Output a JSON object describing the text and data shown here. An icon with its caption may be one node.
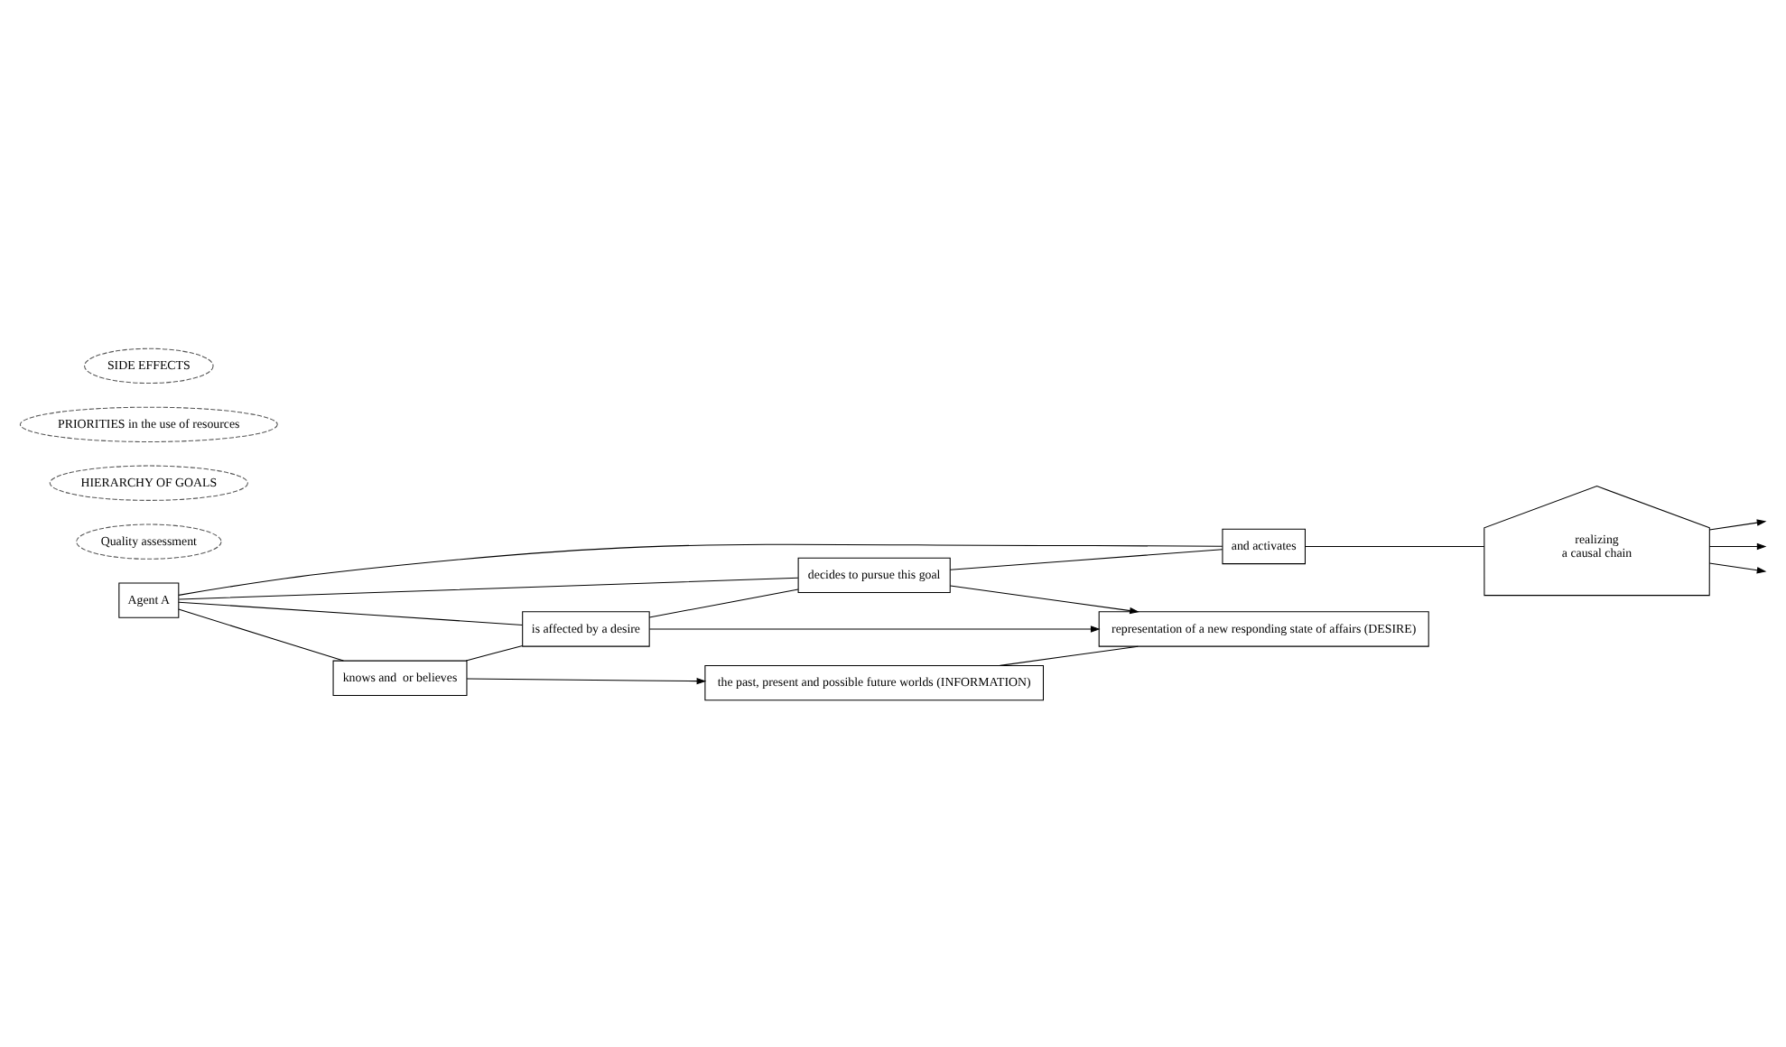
{
  "diagram": {
    "nodes": [
      {
        "text": [
          "Agent A"
        ]
      },
      {
        "text": [
          "knows and  or believes"
        ]
      },
      {
        "text": [
          "is affected by a desire"
        ]
      },
      {
        "text": [
          "decides to pursue this goal"
        ]
      },
      {
        "text": [
          "and activates"
        ]
      },
      {
        "text": [
          "the past, present and possible future worlds (INFORMATION)"
        ]
      },
      {
        "text": [
          "representation of a new responding state of affairs (DESIRE)"
        ]
      },
      {
        "text": [
          "Quality assessment"
        ]
      },
      {
        "text": [
          "HIERARCHY OF GOALS"
        ]
      },
      {
        "text": [
          "PRIORITIES in the use of resources"
        ]
      },
      {
        "text": [
          "realizing",
          "a causal chain"
        ]
      },
      {
        "text": [
          "SIDE EFFECTS"
        ]
      }
    ],
    "edges": [
      {
        "from": 0,
        "to": 1,
        "arrow": "none"
      },
      {
        "from": 0,
        "to": 2,
        "arrow": "none"
      },
      {
        "from": 0,
        "to": 3,
        "arrow": "none"
      },
      {
        "from": 0,
        "to": 4,
        "arrow": "none"
      },
      {
        "from": 1,
        "to": 2,
        "arrow": "none"
      },
      {
        "from": 2,
        "to": 3,
        "arrow": "none"
      },
      {
        "from": 3,
        "to": 4,
        "arrow": "none"
      },
      {
        "from": 1,
        "to": 5,
        "arrow": "to"
      },
      {
        "from": 2,
        "to": 6,
        "arrow": "to"
      },
      {
        "from": 3,
        "to": 6,
        "arrow": "to"
      },
      {
        "from": 5,
        "to": 6,
        "arrow": "none"
      },
      {
        "from": 4,
        "to": 10,
        "arrow": "none"
      },
      {
        "from": 10,
        "to": null,
        "arrow": "to"
      },
      {
        "from": 10,
        "to": null,
        "arrow": "to"
      },
      {
        "from": 10,
        "to": null,
        "arrow": "to"
      }
    ]
  }
}
